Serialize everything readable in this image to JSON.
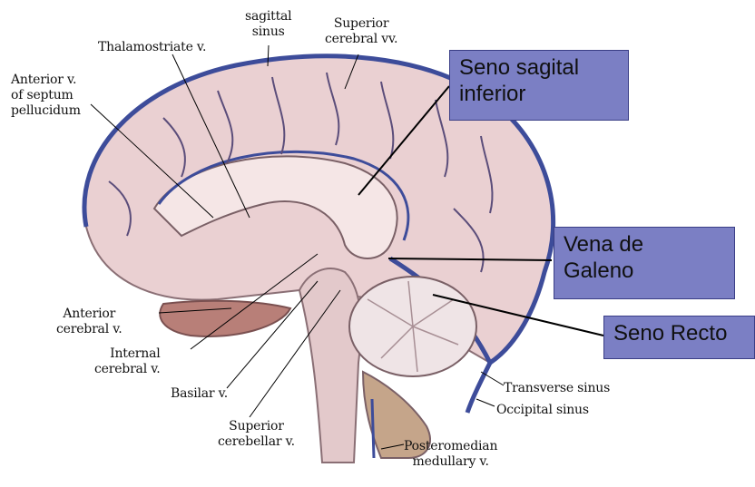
{
  "labels": {
    "sagittal_sinus": "sagittal\nsinus",
    "superior_cerebral_vv": "Superior\ncerebral vv.",
    "thalamostriate_v": "Thalamostriate v.",
    "anterior_v_septum": "Anterior v.\nof septum\npellucidum",
    "anterior_cerebral_v": "Anterior\ncerebral v.",
    "internal_cerebral_v": "Internal\ncerebral v.",
    "basilar_v": "Basilar v.",
    "superior_cerebellar_v": "Superior\ncerebellar v.",
    "transverse_sinus": "Transverse sinus",
    "occipital_sinus": "Occipital sinus",
    "posteromedian_medullary_v": "Posteromedian\nmedullary v."
  },
  "callouts": {
    "seno_sagital_inferior": "Seno sagital\ninferior",
    "vena_de_galeno": "Vena de\nGaleno",
    "seno_recto": "Seno Recto"
  },
  "colors": {
    "callout_fill": "#7b7fc4",
    "cortex": "#ead0d2",
    "vein": "#3d4c9a",
    "leader_line": "#000000"
  }
}
